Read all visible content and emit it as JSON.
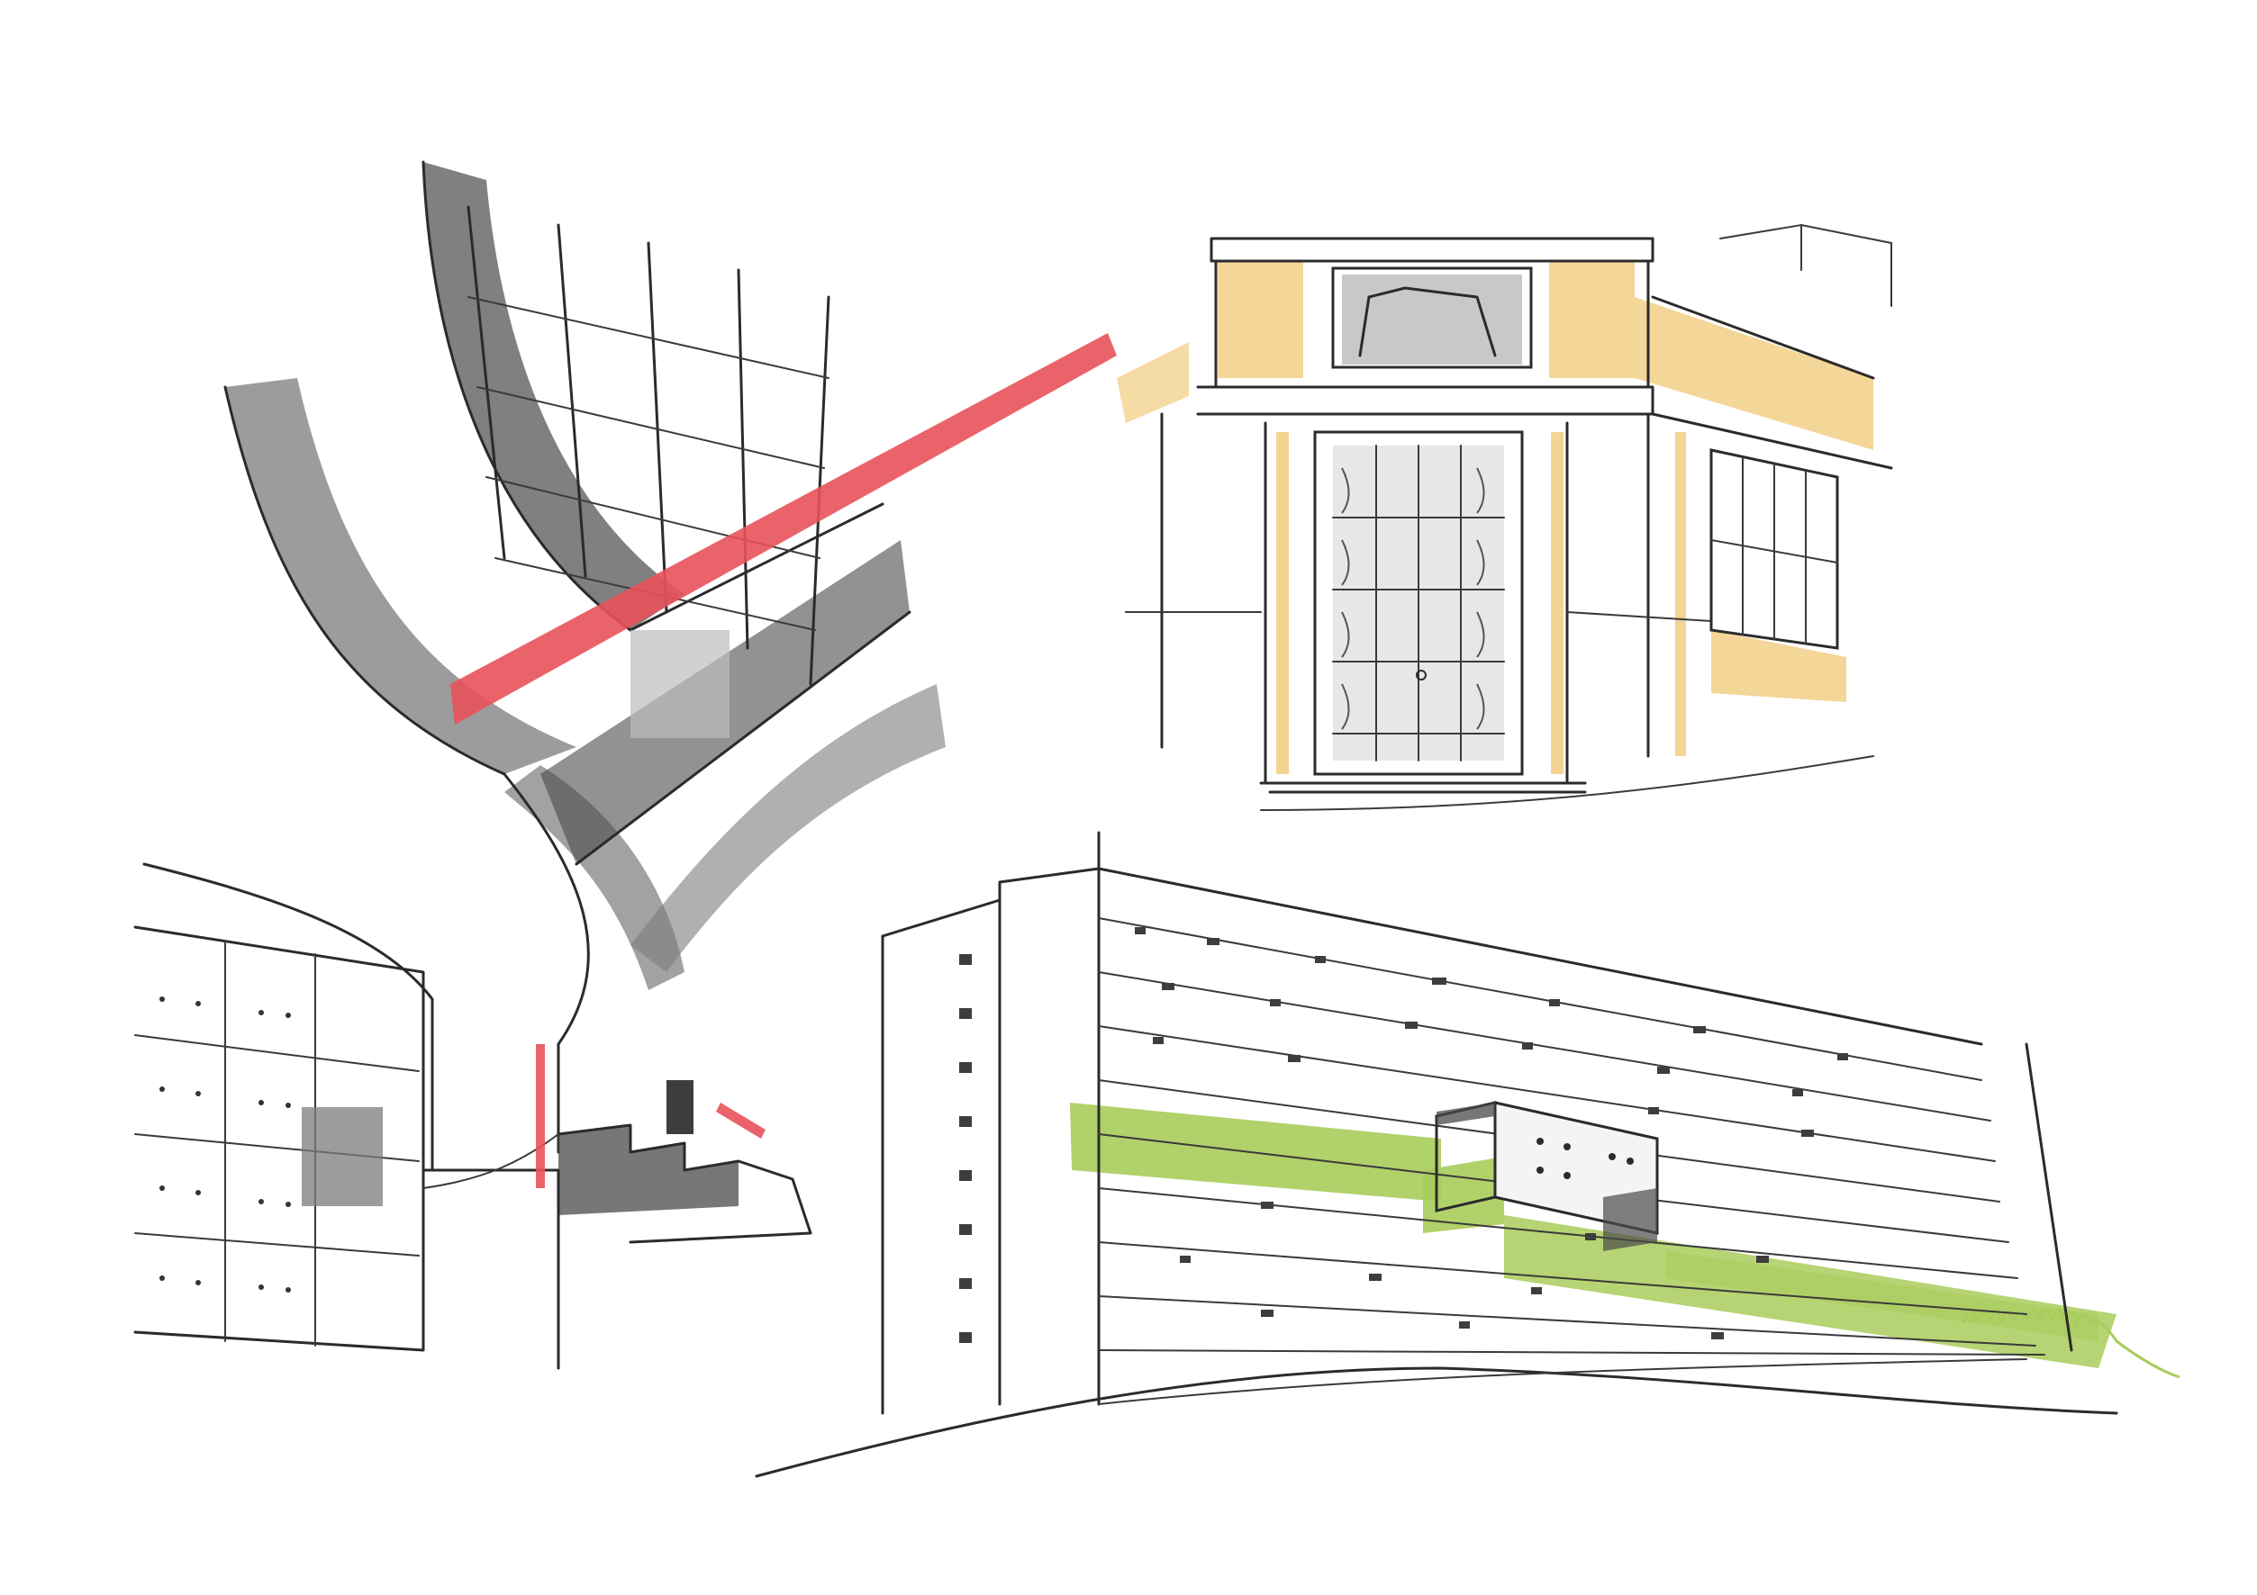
{
  "colors": {
    "background": "#ffffff",
    "pencil": "#2b2b2b",
    "red_accent": "#e8525a",
    "ochre_accent": "#f2cf86",
    "green_accent": "#a9cc5b"
  },
  "sketches": [
    {
      "id": "atrium",
      "accent": "red_accent"
    },
    {
      "id": "palazzo-portal",
      "accent": "ochre_accent"
    },
    {
      "id": "slab-block",
      "accent": "green_accent"
    }
  ]
}
